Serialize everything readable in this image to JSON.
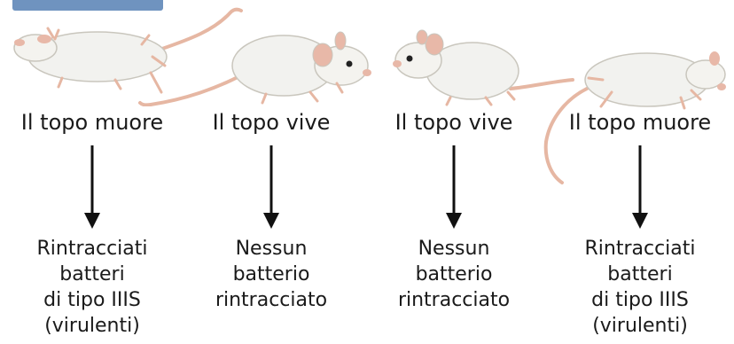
{
  "columns": [
    {
      "status": "Il topo muore",
      "result_lines": [
        "Rintracciati",
        "batteri",
        "di tipo IIIS",
        "(virulenti)"
      ]
    },
    {
      "status": "Il topo vive",
      "result_lines": [
        "Nessun",
        "batterio",
        "rintracciato"
      ]
    },
    {
      "status": "Il topo vive",
      "result_lines": [
        "Nessun",
        "batterio",
        "rintracciato"
      ]
    },
    {
      "status": "Il topo muore",
      "result_lines": [
        "Rintracciati",
        "batteri",
        "di tipo IIIS",
        "(virulenti)"
      ]
    }
  ],
  "colors": {
    "text": "#1a1a1a",
    "arrow": "#111111",
    "mouse_fur": "#f2f2ef",
    "mouse_pink": "#e8b8a8",
    "header_tab": "#6f93bf"
  }
}
